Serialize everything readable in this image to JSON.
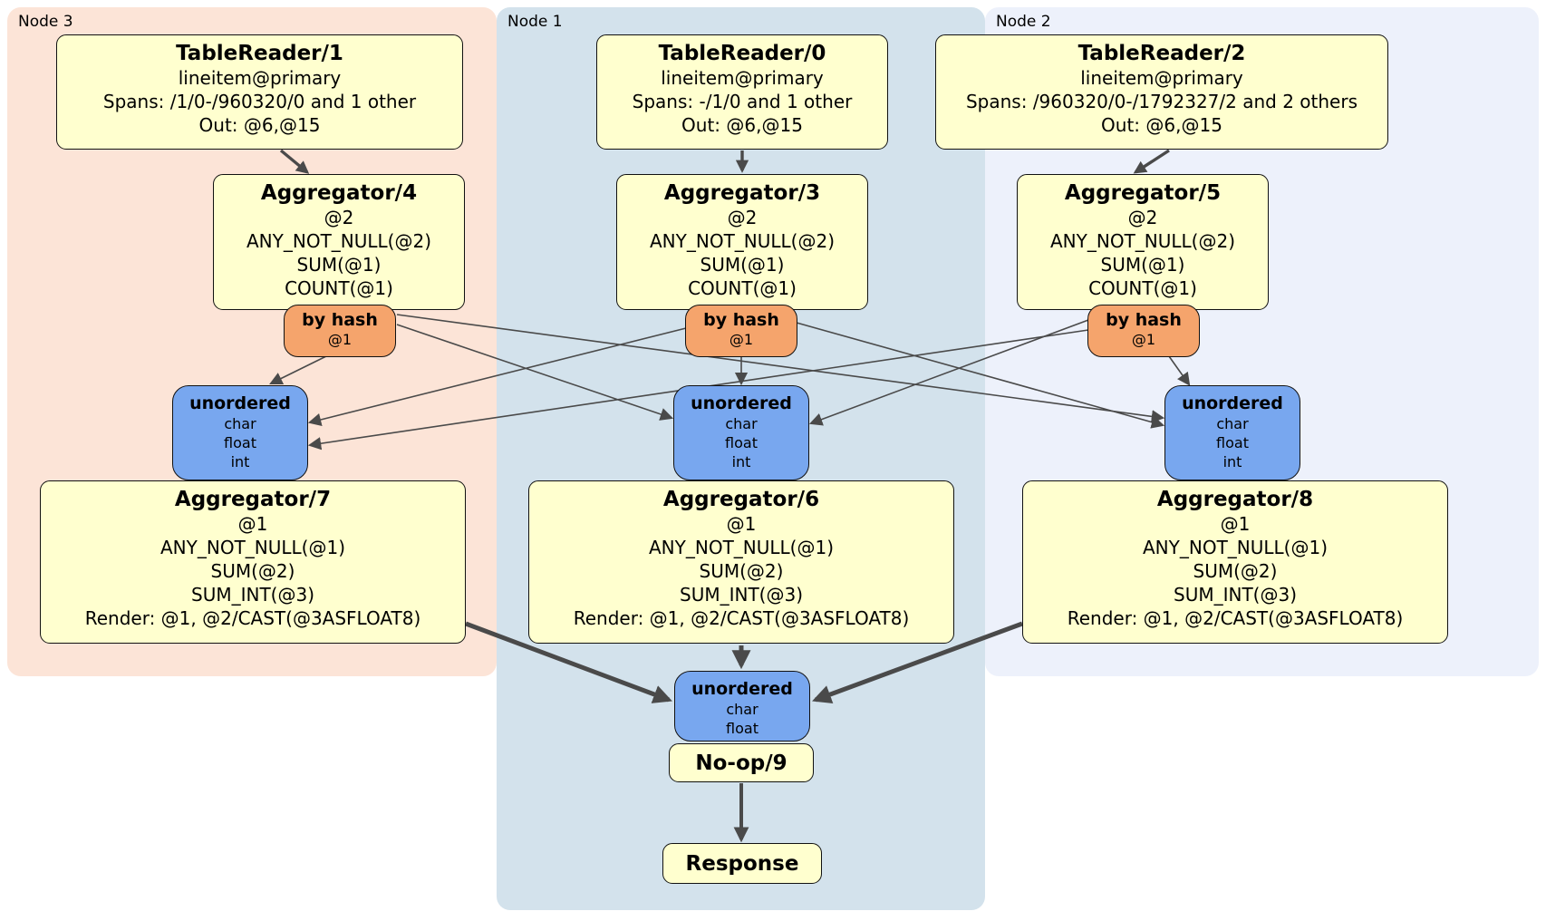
{
  "regions": {
    "node3": {
      "label": "Node 3"
    },
    "node1": {
      "label": "Node 1"
    },
    "node2": {
      "label": "Node 2"
    }
  },
  "processors": {
    "tablereader1": {
      "title": "TableReader/1",
      "lines": [
        "lineitem@primary",
        "Spans: /1/0-/960320/0 and 1 other",
        "Out: @6,@15"
      ]
    },
    "tablereader0": {
      "title": "TableReader/0",
      "lines": [
        "lineitem@primary",
        "Spans: -/1/0 and 1 other",
        "Out: @6,@15"
      ]
    },
    "tablereader2": {
      "title": "TableReader/2",
      "lines": [
        "lineitem@primary",
        "Spans: /960320/0-/1792327/2 and 2 others",
        "Out: @6,@15"
      ]
    },
    "aggregator4": {
      "title": "Aggregator/4",
      "lines": [
        "@2",
        "ANY_NOT_NULL(@2)",
        "SUM(@1)",
        "COUNT(@1)"
      ]
    },
    "aggregator3": {
      "title": "Aggregator/3",
      "lines": [
        "@2",
        "ANY_NOT_NULL(@2)",
        "SUM(@1)",
        "COUNT(@1)"
      ]
    },
    "aggregator5": {
      "title": "Aggregator/5",
      "lines": [
        "@2",
        "ANY_NOT_NULL(@2)",
        "SUM(@1)",
        "COUNT(@1)"
      ]
    },
    "aggregator7": {
      "title": "Aggregator/7",
      "lines": [
        "@1",
        "ANY_NOT_NULL(@1)",
        "SUM(@2)",
        "SUM_INT(@3)",
        "Render: @1, @2/CAST(@3ASFLOAT8)"
      ]
    },
    "aggregator6": {
      "title": "Aggregator/6",
      "lines": [
        "@1",
        "ANY_NOT_NULL(@1)",
        "SUM(@2)",
        "SUM_INT(@3)",
        "Render: @1, @2/CAST(@3ASFLOAT8)"
      ]
    },
    "aggregator8": {
      "title": "Aggregator/8",
      "lines": [
        "@1",
        "ANY_NOT_NULL(@1)",
        "SUM(@2)",
        "SUM_INT(@3)",
        "Render: @1, @2/CAST(@3ASFLOAT8)"
      ]
    },
    "noop": {
      "title": "No-op/9"
    },
    "response": {
      "title": "Response"
    }
  },
  "routers": {
    "node3": {
      "title": "by hash",
      "detail": "@1"
    },
    "node1": {
      "title": "by hash",
      "detail": "@1"
    },
    "node2": {
      "title": "by hash",
      "detail": "@1"
    }
  },
  "syncs": {
    "node3": {
      "title": "unordered",
      "items": [
        "char",
        "float",
        "int"
      ]
    },
    "node1": {
      "title": "unordered",
      "items": [
        "char",
        "float",
        "int"
      ]
    },
    "node2": {
      "title": "unordered",
      "items": [
        "char",
        "float",
        "int"
      ]
    },
    "final": {
      "title": "unordered",
      "items": [
        "char",
        "float"
      ]
    }
  },
  "colors": {
    "node3_bg": "#fce4d7",
    "node1_bg": "#d3e2ec",
    "node2_bg": "#edf1fb",
    "processor_bg": "#ffffcf",
    "router_bg": "#f5a46c",
    "sync_bg": "#78a7ef",
    "edge": "#4a4a4a"
  }
}
